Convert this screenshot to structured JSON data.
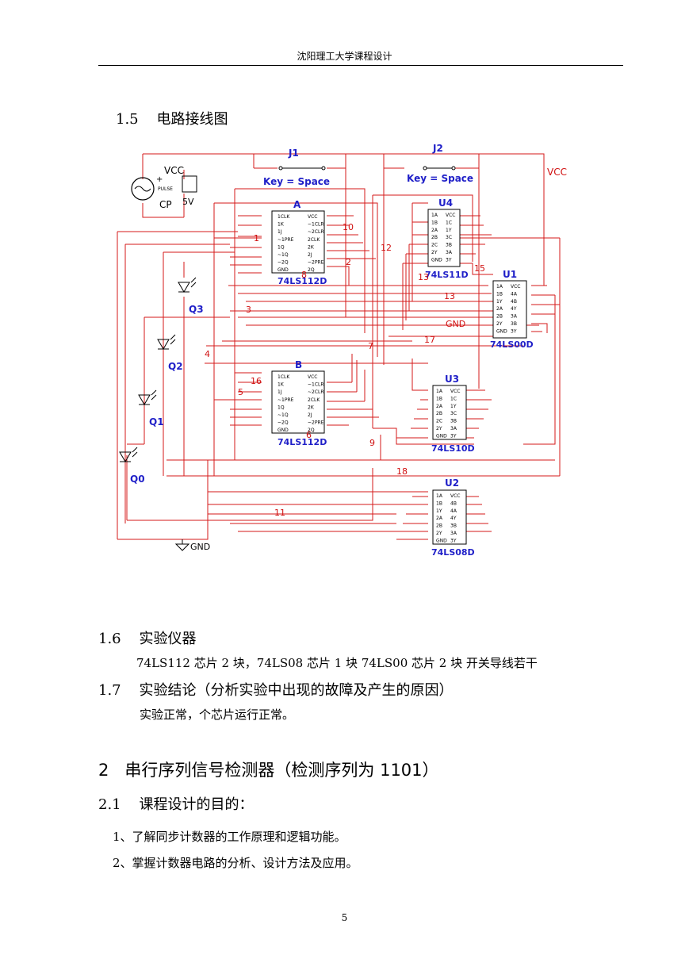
{
  "header": {
    "title": "沈阳理工大学课程设计"
  },
  "section_1_5": {
    "num": "1.5",
    "title": "电路接线图"
  },
  "diagram": {
    "switches": [
      {
        "ref": "J1",
        "label": "Key = Space"
      },
      {
        "ref": "J2",
        "label": "Key = Space"
      }
    ],
    "source": {
      "vcc": "VCC",
      "pulse": "PULSE",
      "plus": "+",
      "cp": "CP",
      "v5": "5V"
    },
    "vcc_right": "VCC",
    "gnd_mid": "GND",
    "gnd_ground": "GND",
    "chips": [
      {
        "ref": "A",
        "part": "74LS112D",
        "pins_left": [
          "1CLK",
          "1K",
          "1J",
          "~1PRE",
          "1Q",
          "~1Q",
          "~2Q",
          "GND"
        ],
        "pins_right": [
          "VCC",
          "~1CLR",
          "~2CLR",
          "2CLK",
          "2K",
          "2J",
          "~2PRE",
          "2Q"
        ]
      },
      {
        "ref": "B",
        "part": "74LS112D",
        "pins_left": [
          "1CLK",
          "1K",
          "1J",
          "~1PRE",
          "1Q",
          "~1Q",
          "~2Q",
          "GND"
        ],
        "pins_right": [
          "VCC",
          "~1CLR",
          "~2CLR",
          "2CLK",
          "2K",
          "2J",
          "~2PRE",
          "2Q"
        ]
      },
      {
        "ref": "U4",
        "part": "74LS11D",
        "pins_left": [
          "1A",
          "1B",
          "2A",
          "2B",
          "2C",
          "2Y",
          "GND"
        ],
        "pins_right": [
          "VCC",
          "1C",
          "1Y",
          "3C",
          "3B",
          "3A",
          "3Y"
        ]
      },
      {
        "ref": "U1",
        "part": "74LS00D",
        "pins_left": [
          "1A",
          "1B",
          "1Y",
          "2A",
          "2B",
          "2Y",
          "GND"
        ],
        "pins_right": [
          "VCC",
          "4A",
          "4B",
          "4Y",
          "3A",
          "3B",
          "3Y"
        ]
      },
      {
        "ref": "U3",
        "part": "74LS10D",
        "pins_left": [
          "1A",
          "1B",
          "2A",
          "2B",
          "2C",
          "2Y",
          "GND"
        ],
        "pins_right": [
          "VCC",
          "1C",
          "1Y",
          "3C",
          "3B",
          "3A",
          "3Y"
        ]
      },
      {
        "ref": "U2",
        "part": "74LS08D",
        "pins_left": [
          "1A",
          "1B",
          "1Y",
          "2A",
          "2B",
          "2Y",
          "GND"
        ],
        "pins_right": [
          "VCC",
          "4B",
          "4A",
          "4Y",
          "3B",
          "3A",
          "3Y"
        ]
      }
    ],
    "leds": [
      "Q3",
      "Q2",
      "Q1",
      "Q0"
    ],
    "net_numbers": [
      "1",
      "2",
      "3",
      "4",
      "5",
      "6",
      "7",
      "8",
      "9",
      "10",
      "11",
      "12",
      "13",
      "13",
      "15",
      "16",
      "17",
      "18"
    ]
  },
  "section_1_6": {
    "num": "1.6",
    "title": "实验仪器",
    "body": "74LS112 芯片 2 块，74LS08 芯片 1 块 74LS00 芯片 2 块 开关导线若干"
  },
  "section_1_7": {
    "num": "1.7",
    "title": "实验结论（分析实验中出现的故障及产生的原因）",
    "body": "实验正常，个芯片运行正常。"
  },
  "section_2": {
    "num": "2",
    "title": "串行序列信号检测器（检测序列为 1101）"
  },
  "section_2_1": {
    "num": "2.1",
    "title": "课程设计的目的：",
    "items": [
      "1、了解同步计数器的工作原理和逻辑功能。",
      "2、掌握计数器电路的分析、设计方法及应用。"
    ]
  },
  "footer": {
    "page": "5"
  }
}
